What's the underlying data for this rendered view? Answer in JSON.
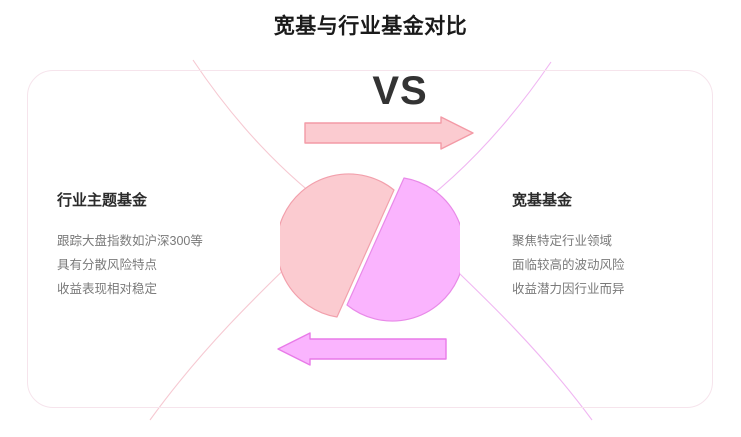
{
  "slide": {
    "title": "宽基与行业基金对比",
    "center_label": "VS",
    "background_color": "#ffffff",
    "frame_border_color": "#f6e4ec"
  },
  "colors": {
    "pink_light": "#fbcbd0",
    "pink_border": "#f39aa6",
    "magenta_light": "#fab4fe",
    "magenta_border": "#e87ae8",
    "arc_pink": "#f6c9d2",
    "arc_magenta": "#f0b6f2",
    "title_text": "#1a1a1a",
    "heading_text": "#2b2b2b",
    "body_text": "#7a7a7a",
    "vs_text": "#333333"
  },
  "left_column": {
    "heading": "行业主题基金",
    "lines": [
      "跟踪大盘指数如沪深300等",
      "具有分散风险特点",
      "收益表现相对稳定"
    ]
  },
  "right_column": {
    "heading": "宽基基金",
    "lines": [
      "聚焦特定行业领域",
      "面临较高的波动风险",
      "收益潜力因行业而异"
    ]
  },
  "arrows": {
    "top": {
      "direction": "right",
      "fill": "#fbcbd0",
      "stroke": "#f39aa6"
    },
    "bottom": {
      "direction": "left",
      "fill": "#fab4fe",
      "stroke": "#e87ae8"
    }
  },
  "center_diagram": {
    "type": "split-circle",
    "halves": [
      {
        "name": "left-half",
        "fill": "#fbcbd0",
        "stroke": "#f2a0ac"
      },
      {
        "name": "right-half",
        "fill": "#fab4fe",
        "stroke": "#e88ae8"
      }
    ]
  }
}
